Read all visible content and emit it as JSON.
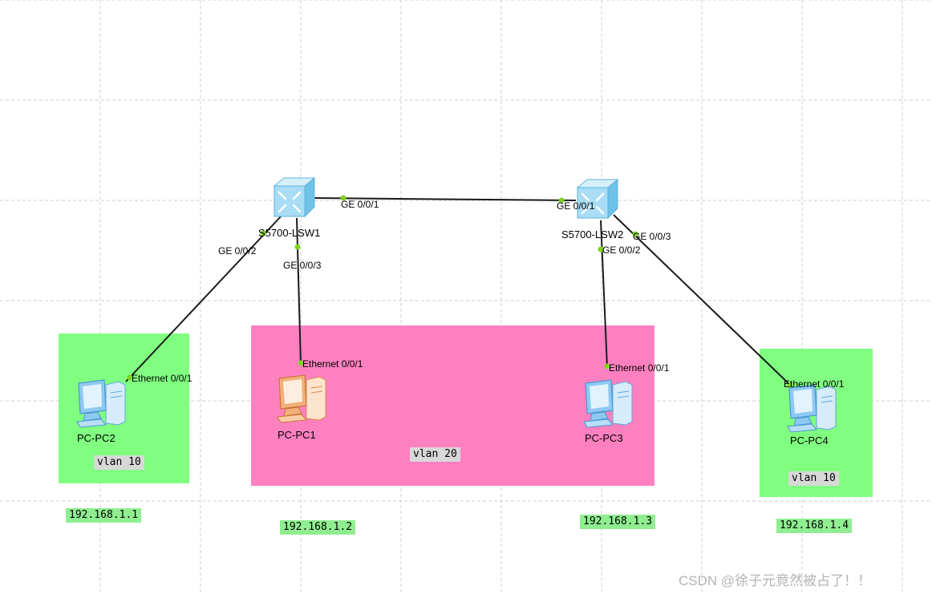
{
  "colors": {
    "grid": "#cfcfcf",
    "link": "#1a1a1a",
    "port_dot": "#7ed321",
    "vlan10_area": "#80ff80",
    "vlan20_area": "#ff80c0",
    "switch_body": "#a8ddf5",
    "pc_blue": "#8ec9f2",
    "pc_orange": "#f2b07a"
  },
  "switches": [
    {
      "id": "lsw1",
      "name": "S5700-LSW1",
      "icon": "switch-icon"
    },
    {
      "id": "lsw2",
      "name": "S5700-LSW2",
      "icon": "switch-icon"
    }
  ],
  "pcs": [
    {
      "id": "pc2",
      "name": "PC-PC2",
      "icon": "pc-icon",
      "port": "Ethernet 0/0/1",
      "ip": "192.168.1.1",
      "vlan": "vlan 10"
    },
    {
      "id": "pc1",
      "name": "PC-PC1",
      "icon": "pc-icon",
      "port": "Ethernet 0/0/1",
      "ip": "192.168.1.2",
      "vlan": "vlan 20"
    },
    {
      "id": "pc3",
      "name": "PC-PC3",
      "icon": "pc-icon",
      "port": "Ethernet 0/0/1",
      "ip": "192.168.1.3",
      "vlan": "vlan 20"
    },
    {
      "id": "pc4",
      "name": "PC-PC4",
      "icon": "pc-icon",
      "port": "Ethernet 0/0/1",
      "ip": "192.168.1.4",
      "vlan": "vlan 10"
    }
  ],
  "links": [
    {
      "from": "lsw1",
      "from_port": "GE 0/0/1",
      "to": "lsw2",
      "to_port": "GE 0/0/1"
    },
    {
      "from": "lsw1",
      "from_port": "GE 0/0/2",
      "to": "pc2",
      "to_port": "Ethernet 0/0/1"
    },
    {
      "from": "lsw1",
      "from_port": "GE 0/0/3",
      "to": "pc1",
      "to_port": "Ethernet 0/0/1"
    },
    {
      "from": "lsw2",
      "from_port": "GE 0/0/2",
      "to": "pc3",
      "to_port": "Ethernet 0/0/1"
    },
    {
      "from": "lsw2",
      "from_port": "GE 0/0/3",
      "to": "pc4",
      "to_port": "Ethernet 0/0/1"
    }
  ],
  "vlan_areas": [
    {
      "label": "vlan 10"
    },
    {
      "label": "vlan 20"
    },
    {
      "label": "vlan 10"
    }
  ],
  "watermark": "CSDN @徐子元竟然被占了！！"
}
